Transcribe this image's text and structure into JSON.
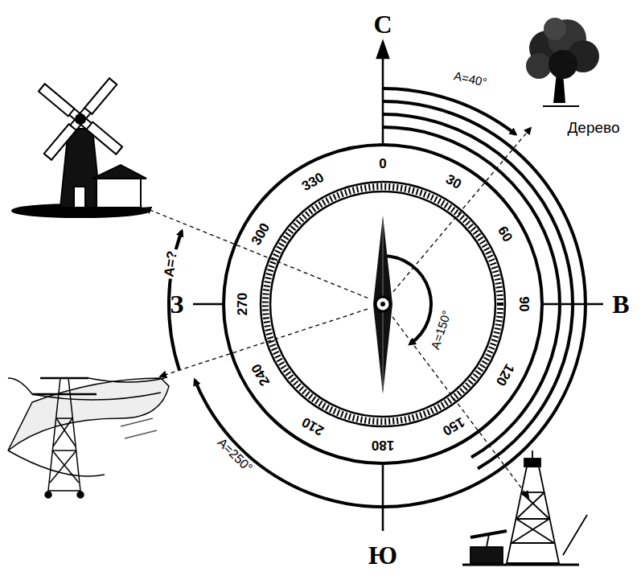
{
  "diagram": {
    "labels": [
      "С",
      "В",
      "Ю",
      "З",
      "0",
      "30",
      "60",
      "90",
      "120",
      "150",
      "180",
      "210",
      "240",
      "270",
      "300",
      "330",
      "A=40°",
      "Дерево",
      "A=150°",
      "A=250°",
      "A=?"
    ]
  }
}
